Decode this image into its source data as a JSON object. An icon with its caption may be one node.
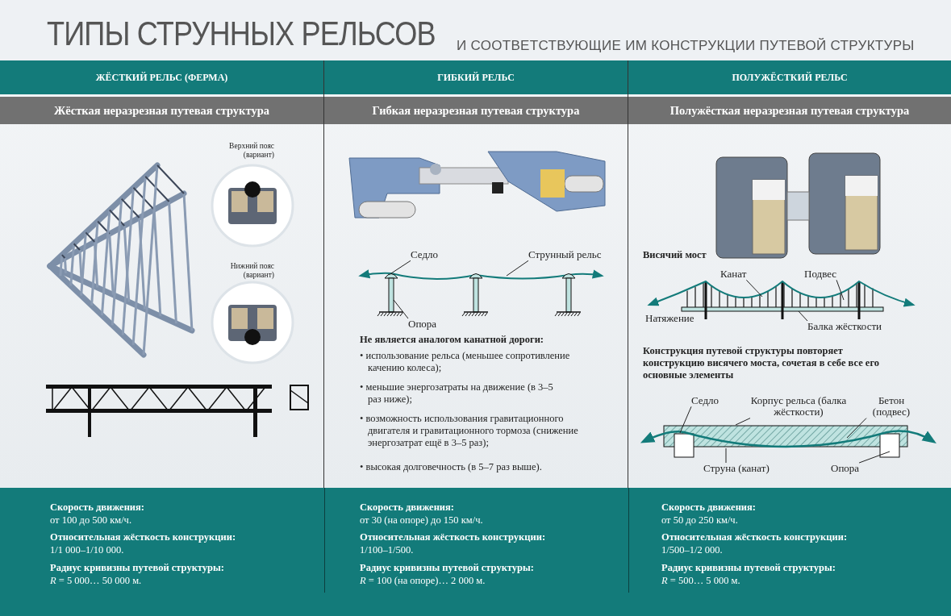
{
  "diagram": {
    "title": "ТИПЫ СТРУННЫХ РЕЛЬСОВ",
    "nodes": [
      {
        "text": [
          "ЖЁСТКИЙ РЕЛЬС (ФЕРМА)",
          "Жёсткая неразрезная путевая структура"
        ]
      },
      {
        "text": [
          "ГИБКИЙ РЕЛЬС",
          "Гибкая неразрезная путевая структура"
        ]
      },
      {
        "text": [
          "ПОЛУЖЁСТКИЙ РЕЛЬС",
          "Полужёсткая неразрезная путевая структура"
        ]
      },
      {
        "text": [
          "Седло"
        ],
        "in": 1
      },
      {
        "text": [
          "Струнный рельс"
        ],
        "in": 1
      },
      {
        "text": [
          "Опора"
        ],
        "in": 1
      },
      {
        "text": [
          "Канат"
        ],
        "in": 2
      },
      {
        "text": [
          "Подвес"
        ],
        "in": 2
      },
      {
        "text": [
          "Балка жёсткости"
        ],
        "in": 2
      },
      {
        "text": [
          "Седло"
        ],
        "in": 2
      },
      {
        "text": [
          "Корпус рельса (балка жёсткости)"
        ],
        "in": 2
      },
      {
        "text": [
          "Бетон (подвес)"
        ],
        "in": 2
      },
      {
        "text": [
          "Струна (канат)"
        ],
        "in": 2
      },
      {
        "text": [
          "Опора"
        ],
        "in": 2
      },
      {
        "text": [],
        "shape": "picture",
        "in": 1
      },
      {
        "text": [],
        "shape": "picture",
        "in": 2
      },
      {
        "text": [],
        "shape": "picture",
        "in": 2
      }
    ],
    "edges": [
      {
        "from": 3,
        "to": 14,
        "arrow": "none"
      },
      {
        "from": 4,
        "to": 14,
        "arrow": "none"
      },
      {
        "from": 5,
        "to": 14,
        "arrow": "none"
      },
      {
        "from": 6,
        "to": 15,
        "arrow": "none"
      },
      {
        "from": 7,
        "to": 15,
        "arrow": "none"
      },
      {
        "from": 8,
        "to": 15,
        "arrow": "none"
      },
      {
        "from": 9,
        "to": 16,
        "arrow": "none"
      },
      {
        "from": 10,
        "to": 16,
        "arrow": "none"
      },
      {
        "from": 11,
        "to": 16,
        "arrow": "none"
      },
      {
        "from": 12,
        "to": 16,
        "arrow": "none"
      },
      {
        "from": 13,
        "to": 16,
        "arrow": "none"
      }
    ],
    "labels": [
      "И СООТВЕТСТВУЮЩИЕ ИМ КОНСТРУКЦИИ ПУТЕВОЙ СТРУКТУРЫ",
      "Верхний пояс (вариант)",
      "Нижний пояс (вариант)",
      "Не является аналогом канатной дороги:",
      "• использование рельса (меньшее сопротивление качению колеса);",
      "• меньшие энергозатраты на движение (в 3–5 раз ниже);",
      "• возможность использования гравитационного двигателя и гравитационного тормоза (снижение энергозатрат ещё в 3–5 раз);",
      "• высокая долговечность (в 5–7 раз выше).",
      "Висячий мост",
      "Натяжение",
      "Конструкция путевой структуры повторяет конструкцию висячего моста, сочетая в себе все его основные элементы",
      "Скорость движения:",
      "от 100 до 500 км/ч.",
      "Относительная жёсткость конструкции:",
      "1/1 000–1/10 000.",
      "Радиус кривизны путевой структуры:",
      "*R* = 5 000… 50 000 м.",
      "Скорость движения:",
      "от 30 (на опоре) до 150 км/ч.",
      "Относительная жёсткость конструкции:",
      "1/100–1/500.",
      "Радиус кривизны путевой структуры:",
      "*R* = 100 (на опоре)… 2 000 м.",
      "Скорость движения:",
      "от 50 до 250 км/ч.",
      "Относительная жёсткость конструкции:",
      "1/500–1/2 000.",
      "Радиус кривизны путевой структуры:",
      "*R* = 500… 5 000 м."
    ]
  }
}
